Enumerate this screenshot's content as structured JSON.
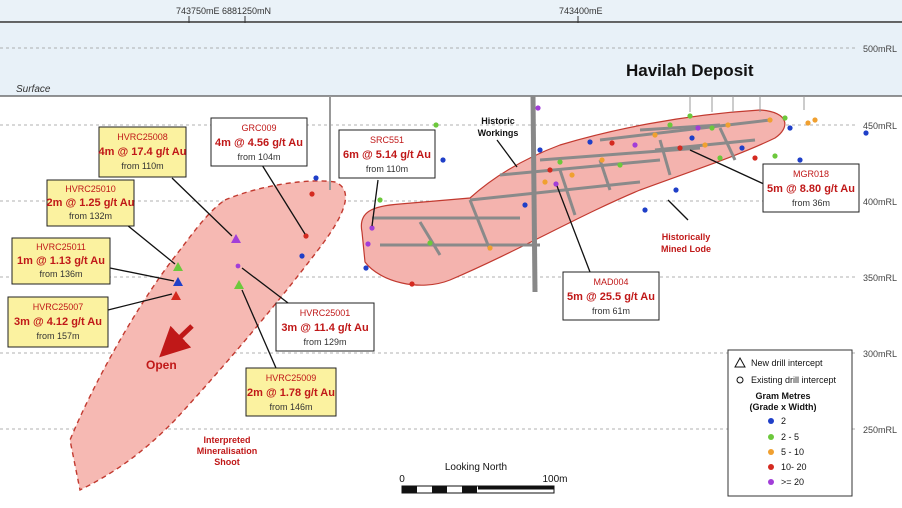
{
  "header": {
    "easting_1": "743750mE",
    "northing_1": "6881250mN",
    "easting_2": "743400mE"
  },
  "title": "Havilah Deposit",
  "surface_label": "Surface",
  "elevations": [
    "500mRL",
    "450mRL",
    "400mRL",
    "350mRL",
    "300mRL",
    "250mRL"
  ],
  "callouts": {
    "hvrc25008": {
      "hole": "HVRC25008",
      "result": "4m @ 17.4 g/t Au",
      "depth": "from 110m"
    },
    "hvrc25010": {
      "hole": "HVRC25010",
      "result": "2m @ 1.25 g/t Au",
      "depth": "from 132m"
    },
    "hvrc25011": {
      "hole": "HVRC25011",
      "result": "1m @ 1.13 g/t Au",
      "depth": "from 136m"
    },
    "hvrc25007": {
      "hole": "HVRC25007",
      "result": "3m @ 4.12 g/t Au",
      "depth": "from 157m"
    },
    "grc009": {
      "hole": "GRC009",
      "result": "4m @ 4.56 g/t Au",
      "depth": "from 104m"
    },
    "src551": {
      "hole": "SRC551",
      "result": "6m @ 5.14 g/t Au",
      "depth": "from 110m"
    },
    "hvrc25001": {
      "hole": "HVRC25001",
      "result": "3m @ 11.4 g/t Au",
      "depth": "from 129m"
    },
    "hvrc25009": {
      "hole": "HVRC25009",
      "result": "2m @ 1.78 g/t Au",
      "depth": "from 146m"
    },
    "mad004": {
      "hole": "MAD004",
      "result": "5m @ 25.5 g/t Au",
      "depth": "from 61m"
    },
    "mgr018": {
      "hole": "MGR018",
      "result": "5m @ 8.80 g/t Au",
      "depth": "from 36m"
    }
  },
  "labels": {
    "historic_workings": [
      "Historic",
      "Workings"
    ],
    "historically_mined": [
      "Historically",
      "Mined Lode"
    ],
    "open": "Open",
    "interpreted": [
      "Interpreted",
      "Mineralisation",
      "Shoot"
    ]
  },
  "scale": {
    "title": "Looking North",
    "start": "0",
    "end": "100m"
  },
  "legend": {
    "new_intercept": "New drill intercept",
    "existing_intercept": "Existing drill intercept",
    "gm_title": [
      "Gram Metres",
      "(Grade x Width)"
    ],
    "bins": [
      {
        "label": "2",
        "color": "#1f3fc8"
      },
      {
        "label": "2 - 5",
        "color": "#6cc83c"
      },
      {
        "label": "5 - 10",
        "color": "#f0a030"
      },
      {
        "label": "10- 20",
        "color": "#d42a20"
      },
      {
        "label": ">= 20",
        "color": "#a23ed8"
      }
    ]
  },
  "colors": {
    "callout_new_bg": "#fbf2a0",
    "result_red": "#c01818",
    "shoot_fill": "#f4b3ae",
    "shoot_stroke": "#c23a30"
  }
}
